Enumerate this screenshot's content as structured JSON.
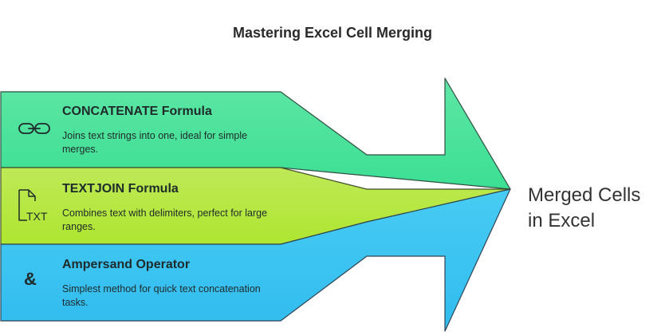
{
  "title": "Mastering Excel Cell Merging",
  "result": {
    "line1": "Merged Cells",
    "line2": "in Excel"
  },
  "blocks": [
    {
      "title": "CONCATENATE Formula",
      "desc": "Joins text strings into one, ideal for simple merges.",
      "icon": "link-icon",
      "color": "#4ee59a"
    },
    {
      "title": "TEXTJOIN Formula",
      "desc": "Combines text with delimiters, perfect for large ranges.",
      "icon": "txt-file-icon",
      "icon_text": "TXT",
      "color": "#b4e93f"
    },
    {
      "title": "Ampersand Operator",
      "desc": "Simplest method for quick text concatenation tasks.",
      "icon": "ampersand-icon",
      "icon_text": "&",
      "color": "#3ec6f2"
    }
  ]
}
